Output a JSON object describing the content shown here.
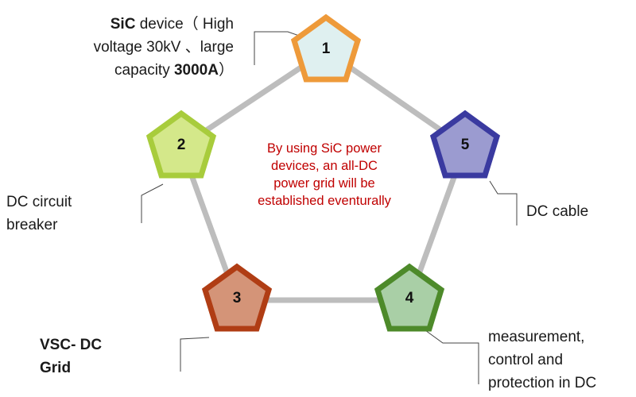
{
  "center_text": [
    "By using SiC power",
    "devices, an all-DC",
    "power grid will be",
    "established eventurally"
  ],
  "nodes": [
    {
      "id": "1",
      "label_parts": [
        [
          "SiC",
          true
        ],
        [
          " device（ High",
          false
        ],
        [
          "voltage 30kV 、large",
          false
        ],
        [
          "capacity ",
          false
        ],
        [
          "3000A",
          true
        ],
        [
          "）",
          false
        ]
      ],
      "fill": "#dff0f0",
      "stroke": "#ee9a3a"
    },
    {
      "id": "2",
      "label_parts": [
        [
          "DC circuit",
          false
        ],
        [
          "breaker",
          false
        ]
      ],
      "fill": "#d4e88a",
      "stroke": "#a8cc3c"
    },
    {
      "id": "3",
      "label_parts": [
        [
          "VSC- DC",
          true
        ],
        [
          "Grid",
          true
        ]
      ],
      "fill": "#d49478",
      "stroke": "#b03d14"
    },
    {
      "id": "4",
      "label_parts": [
        [
          "measurement,",
          false
        ],
        [
          "control and",
          false
        ],
        [
          "protection in DC",
          false
        ]
      ],
      "fill": "#a9cfa6",
      "stroke": "#4d8a2a"
    },
    {
      "id": "5",
      "label_parts": [
        [
          "DC cable",
          false
        ]
      ],
      "fill": "#9b9bd0",
      "stroke": "#3a3aa0"
    }
  ],
  "colors": {
    "connector": "#bdbdbd",
    "leader": "#444444",
    "center_text": "#c00000"
  }
}
